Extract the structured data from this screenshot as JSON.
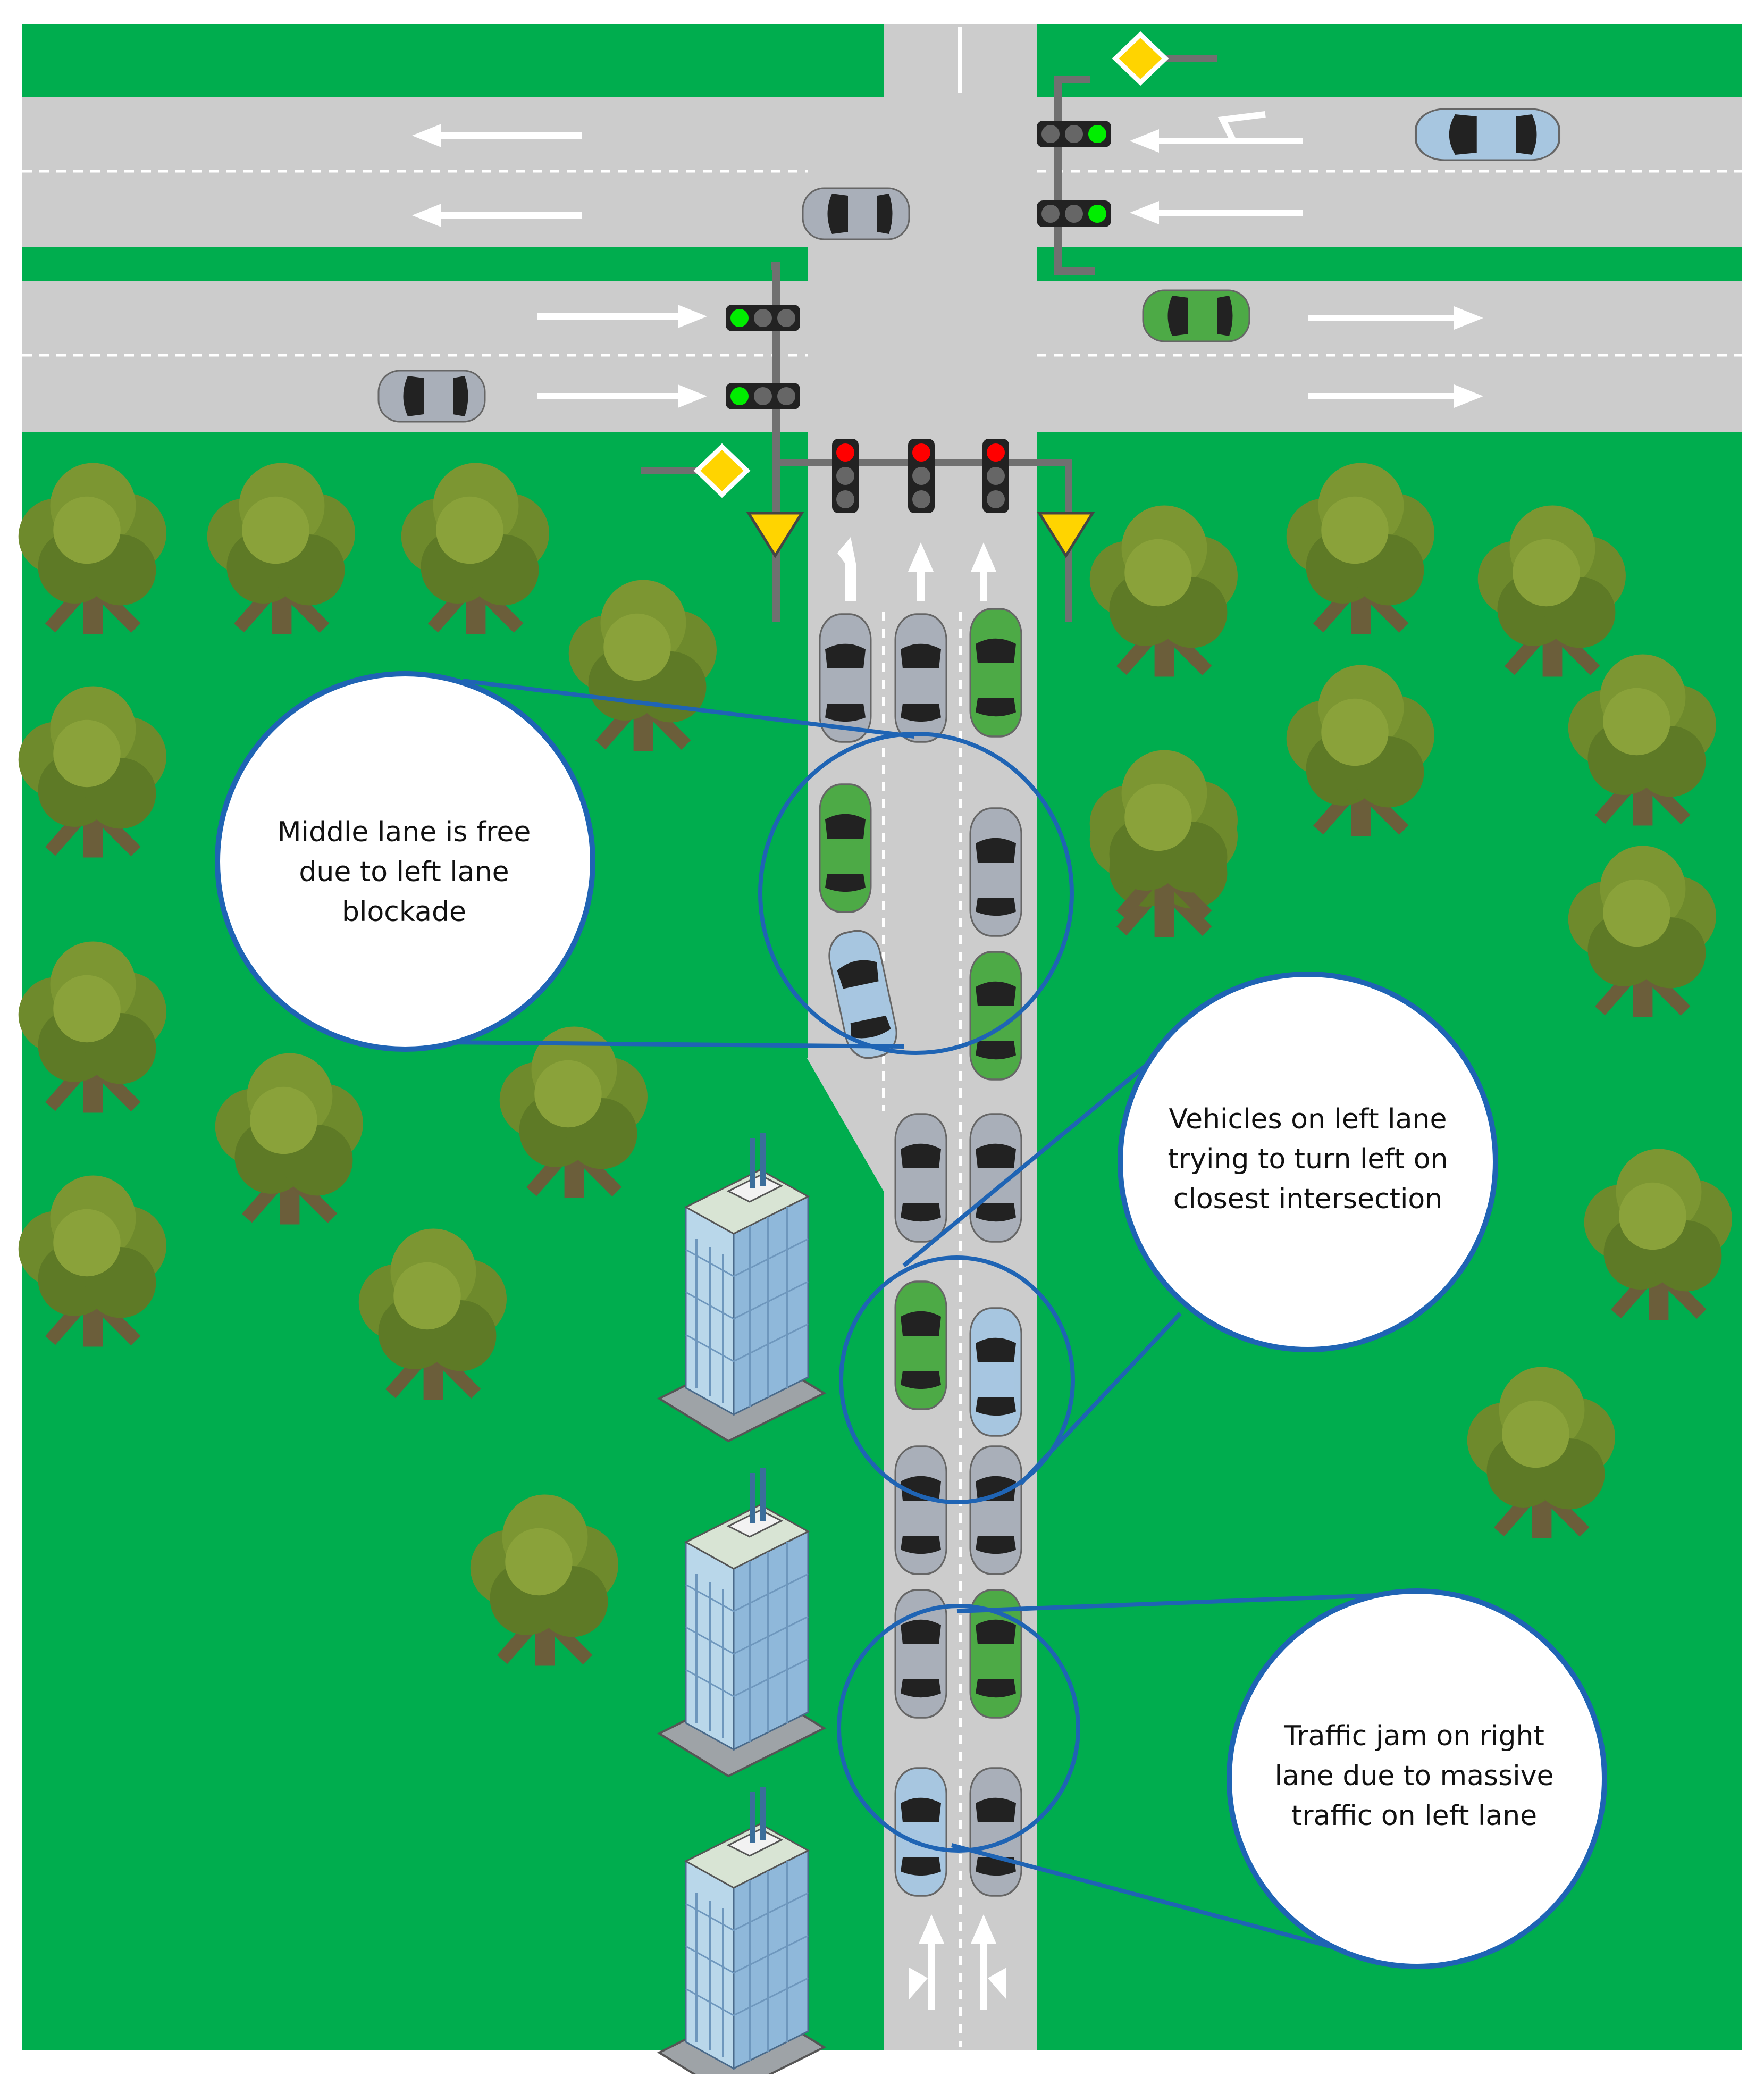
{
  "colors": {
    "grass": "#00AD4E",
    "road": "#CCCCCC",
    "callout_stroke": "#1F64B4",
    "lane_marking": "#FFFFFF",
    "signal_red": "#FF0000",
    "signal_green": "#00EE00",
    "car_green": "#4DAA46",
    "car_silver": "#A9AFB9",
    "car_blue": "#A7C6E0"
  },
  "callouts": [
    {
      "id": "middle",
      "lines": [
        "Middle lane is free",
        "due to left lane",
        "blockade"
      ]
    },
    {
      "id": "left-turn",
      "lines": [
        "Vehicles on left lane",
        "trying to turn left on",
        "closest intersection"
      ]
    },
    {
      "id": "jam",
      "lines": [
        "Traffic jam on right",
        "lane due to massive",
        "traffic on left lane"
      ]
    }
  ],
  "icons": {
    "tree": "tree-icon",
    "building": "office-building-icon",
    "traffic_light": "traffic-light-icon",
    "yield": "yield-sign-icon",
    "priority": "priority-road-sign-icon",
    "arrow": "lane-arrow-icon",
    "car": "car-icon"
  }
}
